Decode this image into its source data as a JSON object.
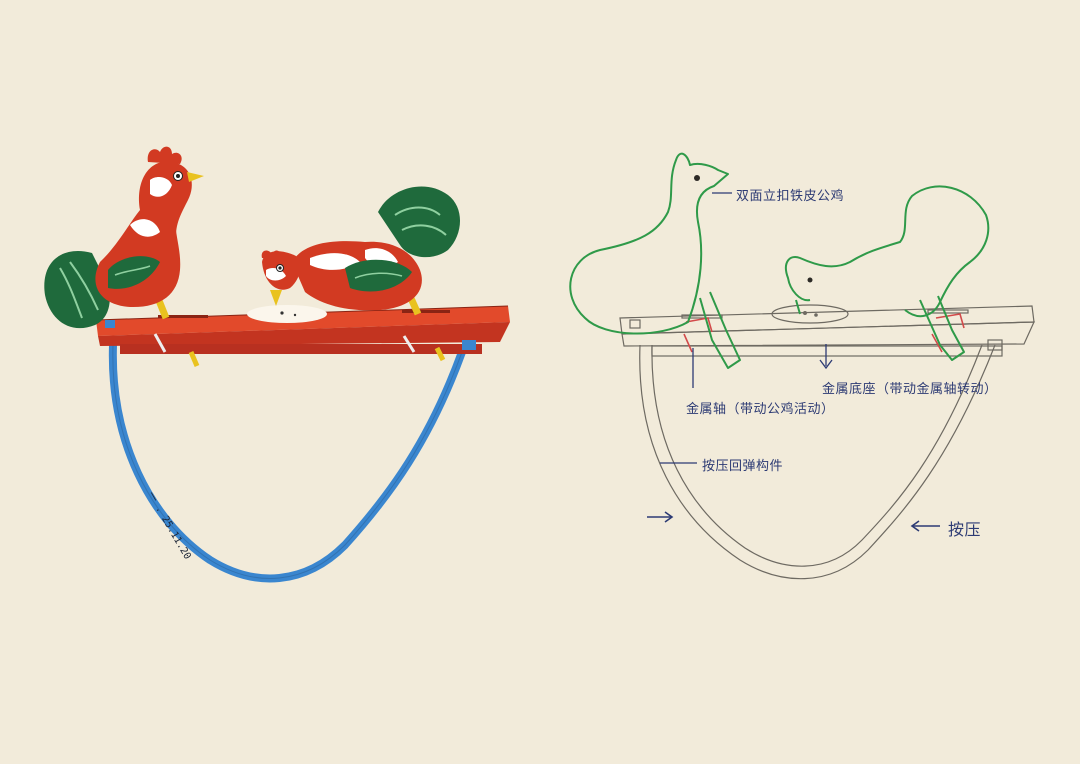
{
  "illustration": {
    "date_mark": "一 . 25.11.20"
  },
  "annotations": {
    "roosters": "双面立扣铁皮公鸡",
    "metal_shaft": "金属轴（带动公鸡活动）",
    "metal_base": "金属底座（带动金属轴转动）",
    "spring_part": "按压回弹构件",
    "press": "按压"
  },
  "colors": {
    "background": "#f2ebda",
    "toy_red": "#d23a22",
    "toy_green": "#1f6a3c",
    "strap_blue": "#3a86cf",
    "sketch_green": "#2f9a49",
    "sketch_ink": "#2d3b74",
    "sketch_pencil": "#6e6a62",
    "highlight_red": "#d24a4a"
  }
}
